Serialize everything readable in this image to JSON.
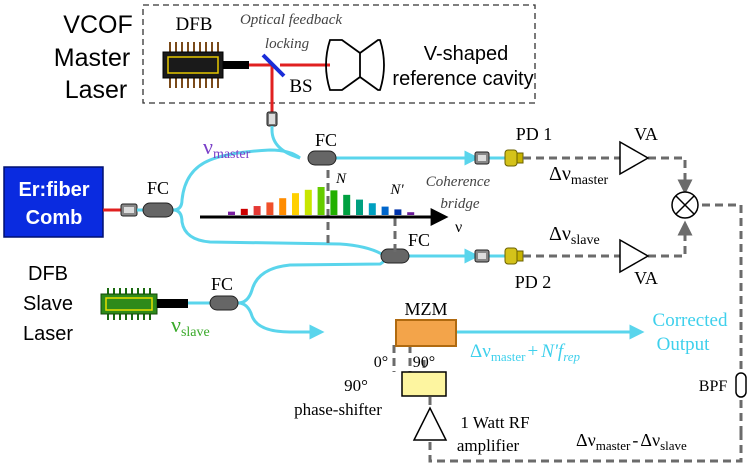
{
  "master_box": {
    "title_line1": "VCOF",
    "title_line2": "Master",
    "title_line3": "Laser",
    "dfb_label": "DFB",
    "feedback_line1": "Optical feedback",
    "feedback_line2": "locking",
    "bs_label": "BS",
    "cavity_line1": "V-shaped",
    "cavity_line2": "reference cavity"
  },
  "comb": {
    "line1": "Er:fiber",
    "line2": "Comb"
  },
  "slave": {
    "line1": "DFB",
    "line2": "Slave",
    "line3": "Laser"
  },
  "couplers": {
    "fc_left": "FC",
    "fc_top": "FC",
    "fc_mid": "FC",
    "fc_slave": "FC"
  },
  "symbols": {
    "nu_master_sym": "ν",
    "nu_master_sub": "master",
    "nu_slave_sym": "ν",
    "nu_slave_sub": "slave",
    "n_label": "N",
    "n_prime_label": "N'",
    "nu_axis": "ν"
  },
  "coherence_bridge": {
    "line1": "Coherence",
    "line2": "bridge"
  },
  "detectors": {
    "pd1": "PD 1",
    "pd2": "PD 2",
    "va_top": "VA",
    "va_bottom": "VA",
    "beat_top_delta": "Δν",
    "beat_top_sub": "master",
    "beat_bottom_delta": "Δν",
    "beat_bottom_sub": "slave"
  },
  "modulator": {
    "mzm": "MZM",
    "deg0": "0°",
    "deg90": "90°",
    "shifter_deg": "90°",
    "shifter_name": "phase-shifter",
    "amp_line1": "1 Watt RF",
    "amp_line2": "amplifier"
  },
  "output": {
    "line1": "Corrected",
    "line2": "Output",
    "eq_delta": "Δν",
    "eq_sub": "master",
    "eq_plus": "+",
    "eq_n": "N'f",
    "eq_rep": "rep"
  },
  "rf_chain": {
    "bpf": "BPF",
    "diff_delta1": "Δν",
    "diff_sub1": "master",
    "diff_minus": "-",
    "diff_delta2": "Δν",
    "diff_sub2": "slave"
  },
  "comb_spectrum": {
    "line_colors": [
      "#7a1fa2",
      "#cc0000",
      "#e53935",
      "#f0502a",
      "#ff8c00",
      "#ffd000",
      "#c8e600",
      "#66cc00",
      "#22b000",
      "#00a040",
      "#00a080",
      "#00a0c0",
      "#0066cc",
      "#0033aa",
      "#6a1b9a"
    ],
    "relative_heights": [
      0.12,
      0.22,
      0.32,
      0.45,
      0.6,
      0.78,
      0.9,
      1.0,
      0.88,
      0.72,
      0.55,
      0.42,
      0.3,
      0.2,
      0.1
    ]
  },
  "colors": {
    "fiber": "#5ad5ec",
    "rf": "#6b6b6b",
    "comb_box": "#0a2be0",
    "red_fiber": "#e02020",
    "mzm_fill": "#f3a44a",
    "shifter_fill": "#fdf5a0",
    "pd_fill": "#d4c21a",
    "nu_master": "#7a3fc8",
    "nu_slave": "#3aaa2a",
    "output_text": "#3ed0ec"
  }
}
